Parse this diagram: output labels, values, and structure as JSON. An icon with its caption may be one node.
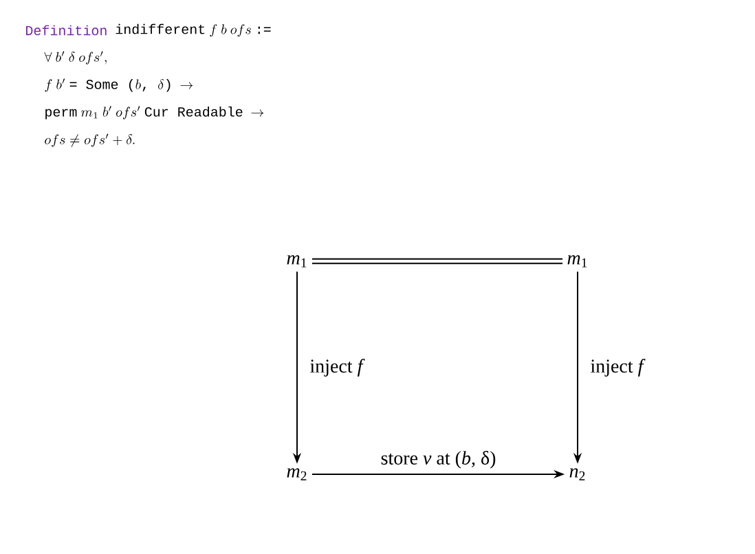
{
  "diagram": {
    "nodes": [
      {
        "text": [
          "*m*$_{1}$"
        ]
      },
      {
        "text": [
          "*m*$_{1}$"
        ]
      },
      {
        "text": [
          "*m*$_{2}$"
        ]
      },
      {
        "text": [
          "*n*$_{2}$"
        ]
      }
    ],
    "edges": [
      {
        "from": 0,
        "to": 1,
        "arrow": "none"
      },
      {
        "from": 0,
        "to": 2,
        "arrow": "to",
        "label": "inject *f*"
      },
      {
        "from": 1,
        "to": 3,
        "arrow": "to",
        "label": "inject *f*"
      },
      {
        "from": 2,
        "to": 3,
        "arrow": "to",
        "label": "store *v* at (*b*, δ)"
      }
    ],
    "labels": [
      "Definition",
      "\\texttt{indifferent}\\ f\\ b\\ ofs\\ \\texttt{:=}",
      "\\forall\\ b'\\ \\delta\\ ofs',",
      "f\\ b'\\ \\texttt{= Some (}b\\texttt{, }\\delta\\texttt{)}\\ \\rightarrow",
      "\\texttt{perm}\\ m_1\\ b'\\ ofs'\\ \\texttt{Cur Readable}\\ \\rightarrow",
      "ofs \\neq ofs' + \\delta."
    ]
  }
}
